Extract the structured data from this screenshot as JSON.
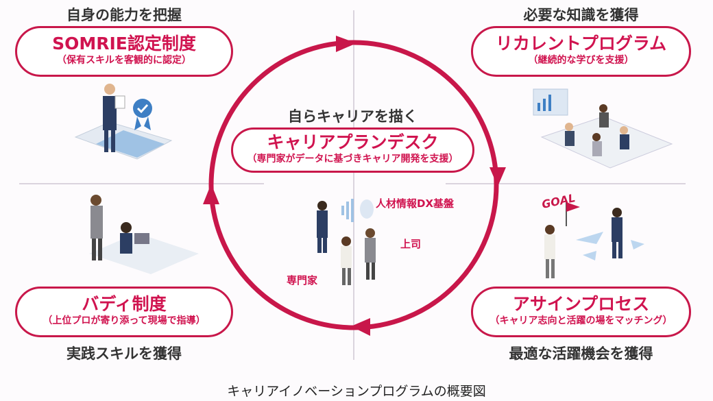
{
  "colors": {
    "accent": "#c8174a",
    "text": "#333333"
  },
  "quadrants": [
    {
      "heading": "自身の能力を把握",
      "title": "SOMRIE認定制度",
      "subtitle": "（保有スキルを客観的に認定）"
    },
    {
      "heading": "必要な知識を獲得",
      "title": "リカレントプログラム",
      "subtitle": "（継続的な学びを支援）"
    },
    {
      "heading": "実践スキルを獲得",
      "title": "バディ制度",
      "subtitle": "（上位プロが寄り添って現場で指導）"
    },
    {
      "heading": "最適な活躍機会を獲得",
      "title": "アサインプロセス",
      "subtitle": "（キャリア志向と活躍の場をマッチング）"
    }
  ],
  "center": {
    "heading": "自らキャリアを描く",
    "title": "キャリアプランデスク",
    "subtitle": "（専門家がデータに基づきキャリア開発を支援）",
    "labels": {
      "platform": "人材情報DX基盤",
      "boss": "上司",
      "expert": "専門家"
    }
  },
  "goal_label": "GOAL",
  "caption": "キャリアイノベーションプログラムの概要図"
}
